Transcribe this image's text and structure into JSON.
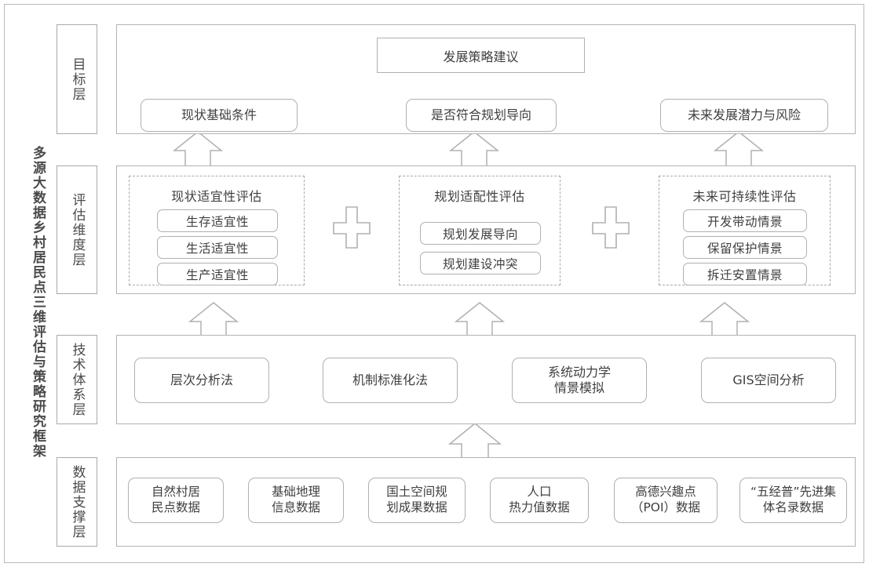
{
  "diagram": {
    "vertical_title": "多源大数据乡村居民点三维评估与策略研究框架",
    "layers": [
      {
        "id": "goal",
        "label": "目标层"
      },
      {
        "id": "dimension",
        "label": "评估维度层"
      },
      {
        "id": "technique",
        "label": "技术体系层"
      },
      {
        "id": "data",
        "label": "数据支撑层"
      }
    ]
  },
  "goal_layer": {
    "top_box": "发展策略建议",
    "boxes": [
      "现状基础条件",
      "是否符合规划导向",
      "未来发展潜力与风险"
    ]
  },
  "dimension_layer": {
    "groups": [
      {
        "title": "现状适宜性评估",
        "items": [
          "生存适宜性",
          "生活适宜性",
          "生产适宜性"
        ]
      },
      {
        "title": "规划适配性评估",
        "items": [
          "规划发展导向",
          "规划建设冲突"
        ]
      },
      {
        "title": "未来可持续性评估",
        "items": [
          "开发带动情景",
          "保留保护情景",
          "拆迁安置情景"
        ]
      }
    ],
    "operators": [
      "+",
      "+"
    ]
  },
  "technique_layer": {
    "boxes": [
      "层次分析法",
      "机制标准化法",
      "系统动力学\n情景模拟",
      "GIS空间分析"
    ]
  },
  "data_layer": {
    "boxes": [
      "自然村居\n民点数据",
      "基础地理\n信息数据",
      "国土空间规\n划成果数据",
      "人口\n热力值数据",
      "高德兴趣点\n（POI）数据",
      "“五经普”先进集\n体名录数据"
    ]
  },
  "style": {
    "stroke": "#b0b0b0",
    "text": "#3f3f3f",
    "background": "#ffffff"
  }
}
